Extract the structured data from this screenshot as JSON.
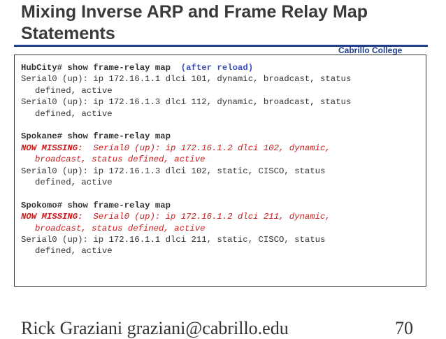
{
  "slide": {
    "title": "Mixing Inverse ARP and Frame Relay Map Statements",
    "brand": "Cabrillo College",
    "footer_author": "Rick Graziani graziani@cabrillo.edu",
    "page_number": "70"
  },
  "code": {
    "hubcity_prompt": "HubCity# show frame-relay map",
    "hubcity_note": "(after reload)",
    "hubcity_l1": "Serial0 (up): ip 172.16.1.1 dlci 101, dynamic, broadcast, status",
    "hubcity_l1b": "defined, active",
    "hubcity_l2": "Serial0 (up): ip 172.16.1.3 dlci 112, dynamic, broadcast, status",
    "hubcity_l2b": "defined, active",
    "spokane_prompt": "Spokane# show frame-relay map",
    "spokane_missing_label": "NOW MISSING:",
    "spokane_missing_l1": "Serial0 (up): ip 172.16.1.2 dlci 102, dynamic,",
    "spokane_missing_l2": "broadcast, status defined, active",
    "spokane_l1": "Serial0 (up): ip 172.16.1.3 dlci 102, static, CISCO, status",
    "spokane_l1b": "defined, active",
    "spokomo_prompt": "Spokomo# show frame-relay map",
    "spokomo_missing_label": "NOW MISSING:",
    "spokomo_missing_l1": "Serial0 (up): ip 172.16.1.2 dlci 211, dynamic,",
    "spokomo_missing_l2": "broadcast, status defined, active",
    "spokomo_l1": "Serial0 (up): ip 172.16.1.1 dlci 211, static, CISCO, status",
    "spokomo_l1b": "defined, active"
  },
  "colors": {
    "accent_blue": "#1f3f8f",
    "missing_red": "#cc1a1a",
    "note_blue": "#3a4fc0"
  }
}
